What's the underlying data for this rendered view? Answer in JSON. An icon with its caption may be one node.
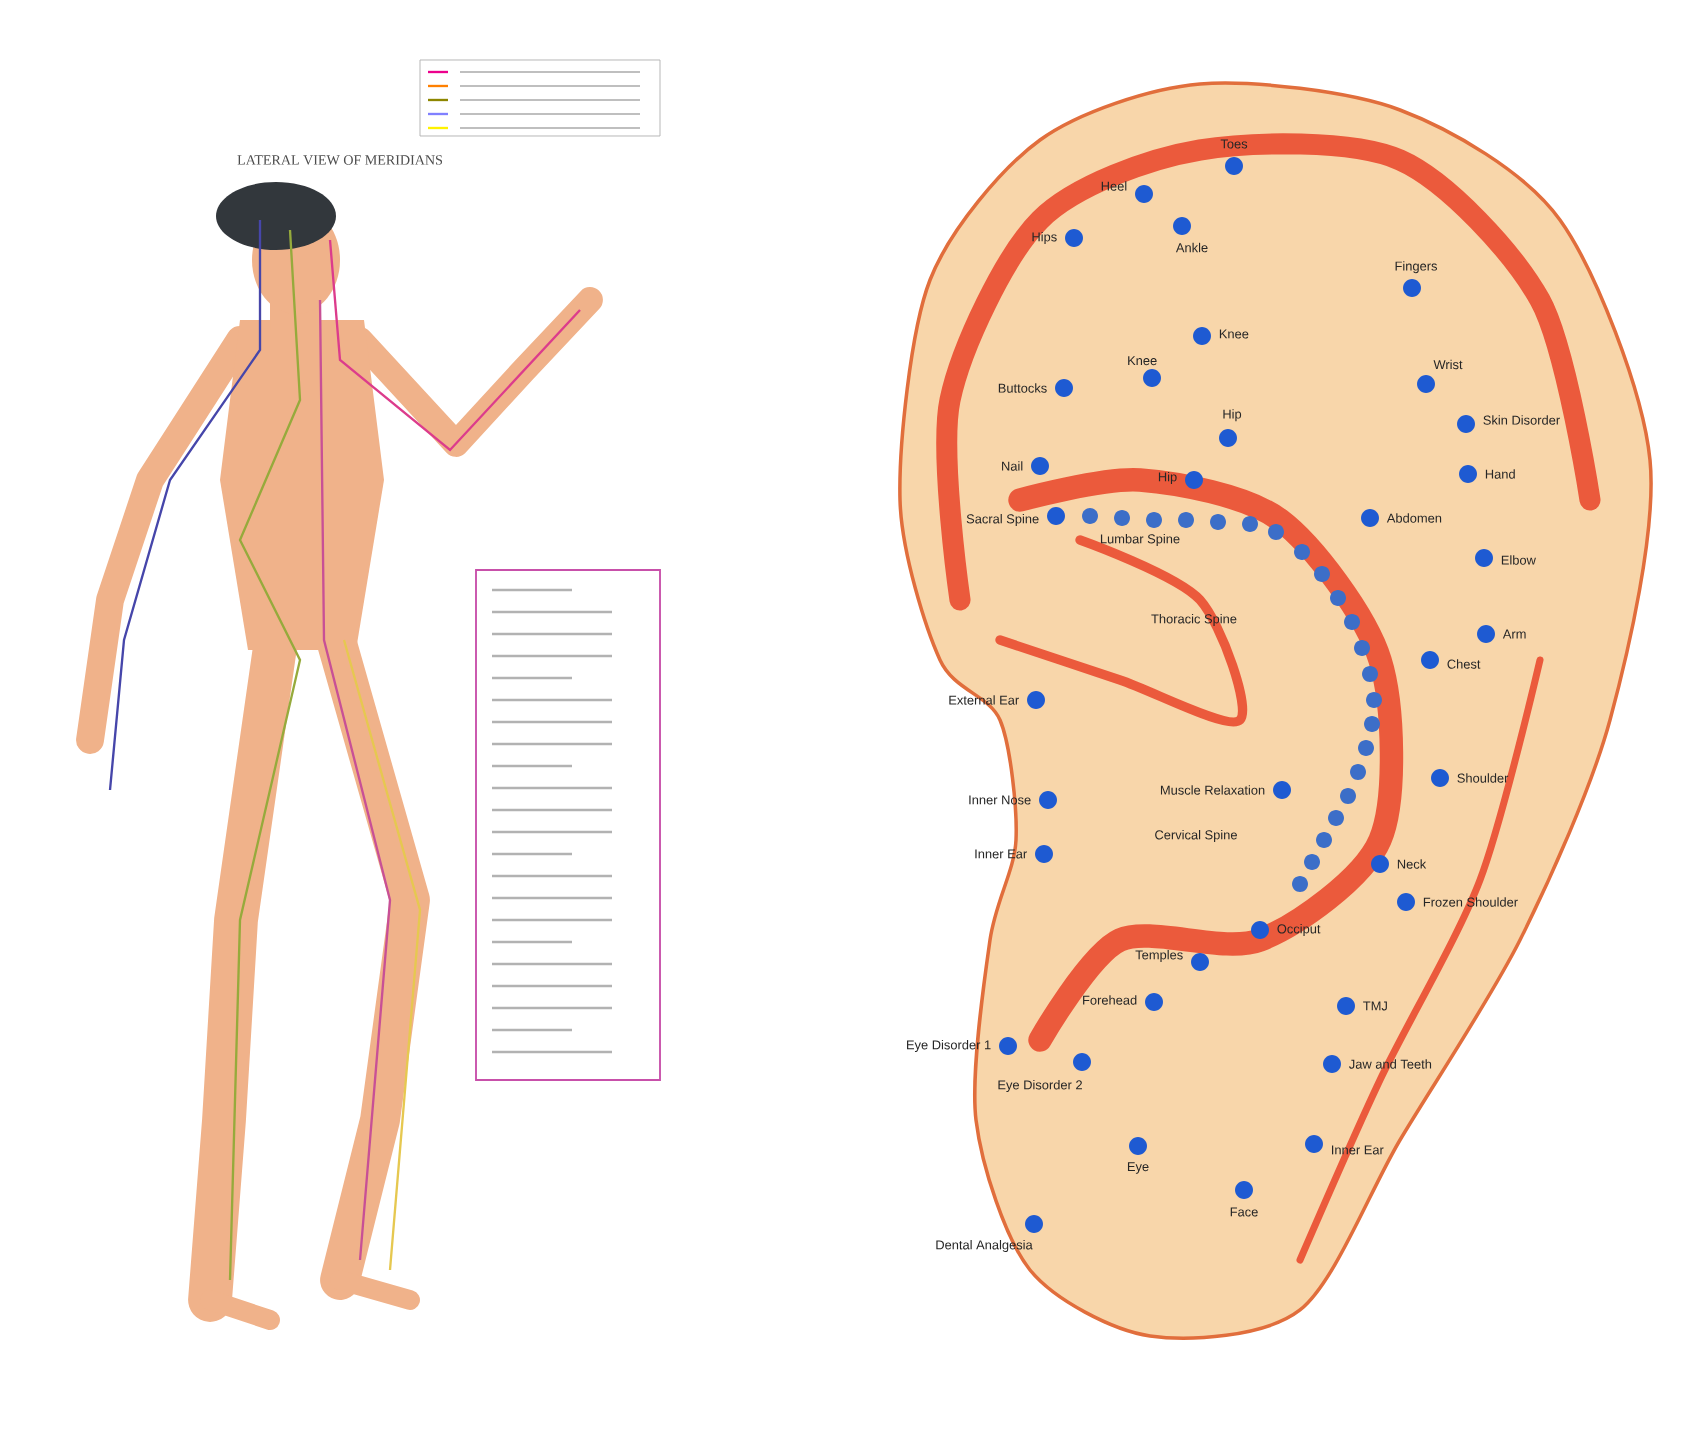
{
  "diagram": {
    "labels": [
      "LATERAL VIEW OF MERIDIANS",
      "Toes",
      "Heel",
      "Ankle",
      "Fingers",
      "Hips",
      "Knee",
      "Knee",
      "Wrist",
      "Buttocks",
      "Hip",
      "Skin Disorder",
      "Nail",
      "Hip",
      "Hand",
      "Sacral Spine",
      "Abdomen",
      "Lumbar Spine",
      "Elbow",
      "Thoracic Spine",
      "Arm",
      "Chest",
      "External Ear",
      "Shoulder",
      "Muscle Relaxation",
      "Inner Nose",
      "Cervical Spine",
      "Inner Ear",
      "Neck",
      "Frozen Shoulder",
      "Occiput",
      "Temples",
      "Forehead",
      "TMJ",
      "Eye Disorder 1",
      "Jaw and Teeth",
      "Eye Disorder 2",
      "Eye",
      "Inner Ear",
      "Face",
      "Dental Analgesia"
    ]
  }
}
